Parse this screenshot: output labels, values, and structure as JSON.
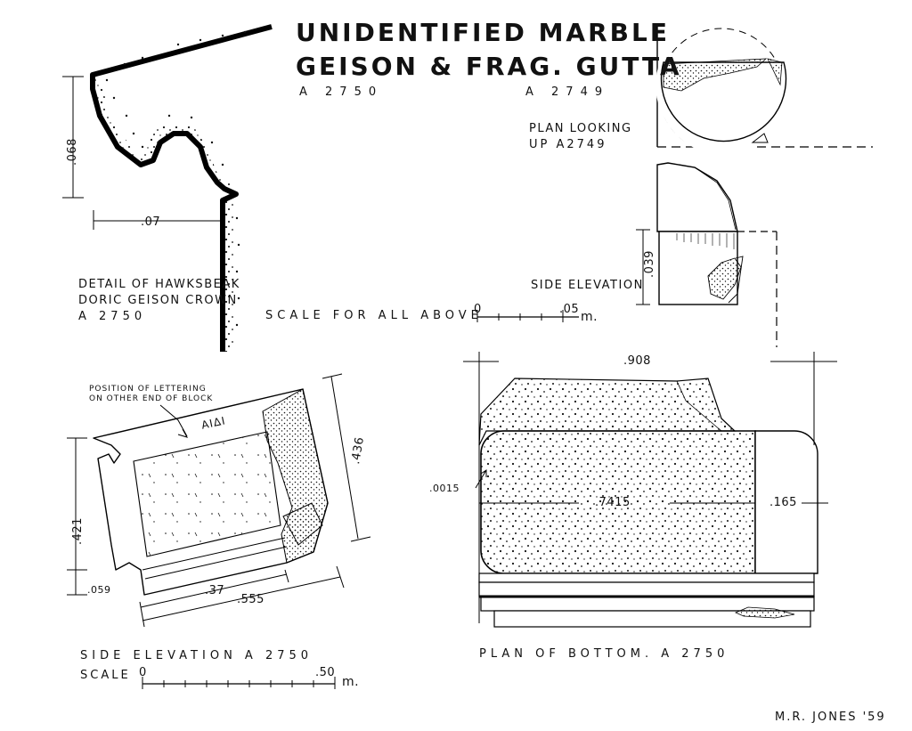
{
  "title": {
    "line1": "UNIDENTIFIED MARBLE",
    "line2": "GEISON & FRAG. GUTTA",
    "cat_left": "A 2750",
    "cat_right": "A 2749"
  },
  "detail": {
    "caption_l1": "DETAIL OF HAWKSBEAK",
    "caption_l2": "DORIC GEISON CROWN",
    "caption_l3": "A 2750",
    "dim_vertical": ".068",
    "dim_horizontal": ".07"
  },
  "gutta": {
    "plan_caption_l1": "PLAN LOOKING",
    "plan_caption_l2": "UP A2749",
    "side_caption": "SIDE ELEVATION",
    "dim_vertical": ".039"
  },
  "small_scale": {
    "label": "SCALE FOR ALL ABOVE",
    "start": "0",
    "end": ".05",
    "unit": "m."
  },
  "side_elevation": {
    "note_l1": "POSITION OF LETTERING",
    "note_l2": "ON OTHER END OF BLOCK",
    "lettering": "ΑΙΔΙ",
    "dim_height": ".421",
    "dim_small": ".059",
    "dim_inner_width": ".37",
    "dim_width": ".555",
    "dim_diag": ".436",
    "caption": "SIDE ELEVATION A 2750"
  },
  "large_scale": {
    "label": "SCALE",
    "start": "0",
    "end": ".50",
    "unit": "m."
  },
  "plan_bottom": {
    "dim_width": ".908",
    "dim_small": ".0015",
    "dim_center": ".7415",
    "dim_right": ".165",
    "caption": "PLAN OF BOTTOM. A 2750"
  },
  "signature": "M.R. JONES '59"
}
